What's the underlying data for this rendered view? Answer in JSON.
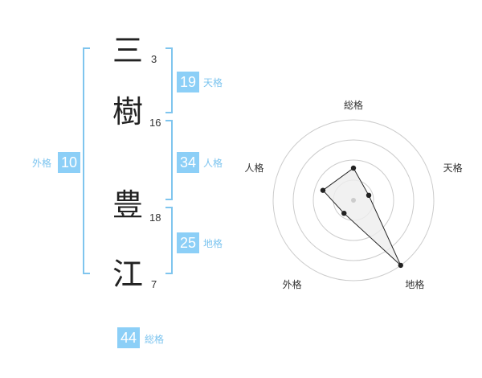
{
  "name_chars": [
    {
      "char": "三",
      "strokes": "3"
    },
    {
      "char": "樹",
      "strokes": "16"
    },
    {
      "char": "豊",
      "strokes": "18"
    },
    {
      "char": "江",
      "strokes": "7"
    }
  ],
  "kaku": {
    "tenkaku": {
      "value": "19",
      "label": "天格"
    },
    "jinkaku": {
      "value": "34",
      "label": "人格"
    },
    "chikaku": {
      "value": "25",
      "label": "地格"
    },
    "gaikaku": {
      "value": "10",
      "label": "外格"
    },
    "soukaku": {
      "value": "44",
      "label": "総格"
    }
  },
  "colors": {
    "accent": "#8ccff7",
    "accent_text": "#7cc4ef",
    "bracket": "#7fc5ee",
    "ring": "#cccccc",
    "polygon_fill": "#eeeeee",
    "polygon_stroke": "#222222",
    "center_dot": "#cccccc"
  },
  "chart_data": {
    "type": "radar",
    "axes": [
      "総格",
      "天格",
      "地格",
      "外格",
      "人格"
    ],
    "values": [
      2,
      1,
      5,
      1,
      2
    ],
    "max": 5,
    "rings": 4
  }
}
